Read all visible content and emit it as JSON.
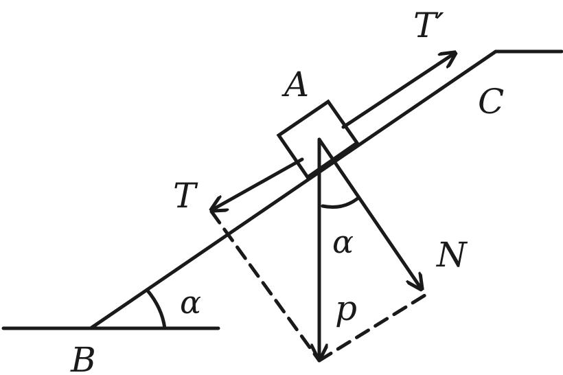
{
  "labels": {
    "A": "A",
    "B": "B",
    "C": "C",
    "T": "T",
    "T_prime": "T′",
    "N": "N",
    "p": "p",
    "alpha_incline": "α",
    "alpha_force": "α"
  },
  "colors": {
    "ink": "#1a1a1a",
    "background": "#ffffff"
  }
}
